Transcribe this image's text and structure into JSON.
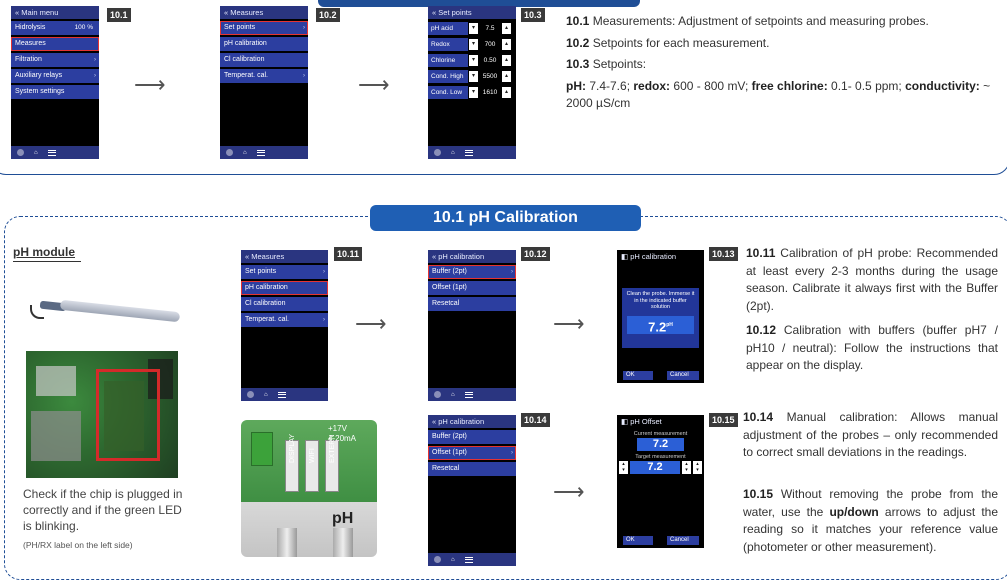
{
  "section_title": "10.1 pH Calibration",
  "labels": {
    "s101": "10.1",
    "s102": "10.2",
    "s103": "10.3",
    "s1011": "10.11",
    "s1012": "10.12",
    "s1013": "10.13",
    "s1014": "10.14",
    "s1015": "10.15"
  },
  "screen_main": {
    "header": "Main menu",
    "items": [
      "Hidrolysis",
      "Measures",
      "Filtration",
      "Auxiliary relays",
      "System settings"
    ],
    "hidrolysis_value": "100 %"
  },
  "screen_measures": {
    "header": "Measures",
    "items": [
      "Set points",
      "pH calibration",
      "Cl calibration",
      "Temperat. cal."
    ]
  },
  "screen_setpoints": {
    "header": "Set points",
    "rows": [
      {
        "label": "pH acid",
        "value": "7.5"
      },
      {
        "label": "Redox",
        "value": "700"
      },
      {
        "label": "Chlorine",
        "value": "0.50"
      },
      {
        "label": "Cond. High",
        "value": "5500"
      },
      {
        "label": "Cond. Low",
        "value": "1610"
      }
    ]
  },
  "screen_phcal": {
    "header": "pH calibration",
    "items": [
      "Buffer (2pt)",
      "Offset (1pt)",
      "Resetcal"
    ]
  },
  "screen_buffer": {
    "header": "pH calibration",
    "instruction": "Clean the probe. Immerse it in the indicated buffer solution",
    "value": "7.2",
    "ok": "OK",
    "cancel": "Cancel"
  },
  "screen_offset": {
    "header": "pH Offset",
    "current_label": "Current measurement",
    "current_value": "7.2",
    "target_label": "Target measurement",
    "target_value": "7.2",
    "ok": "OK",
    "cancel": "Cancel"
  },
  "text_top": {
    "l101_num": "10.1",
    "l101": " Measurements: Adjustment of setpoints and measuring probes.",
    "l102_num": "10.2",
    "l102": " Setpoints for each measurement.",
    "l103_num": "10.3",
    "l103": " Setpoints:",
    "ph_label": "pH:",
    "ph_val": " 7.4-7.6; ",
    "redox_label": "redox:",
    "redox_val": " 600 - 800 mV; ",
    "cl_label": "free chlorine:",
    "cl_val": " 0.1- 0.5 ppm; ",
    "cond_label": "conductivity:",
    "cond_val": " ~ 2000 µS/cm"
  },
  "text_1011": {
    "num": "10.11",
    "body": " Calibration of pH probe: Recommended at least every 2-3 months during the usage season. Calibrate it always first with the Buffer (2pt)."
  },
  "text_1012": {
    "num": "10.12",
    "body": " Calibration with buffers (buffer pH7 / pH10 / neutral): Follow the instructions that appear on the display."
  },
  "text_1014": {
    "num": "10.14",
    "body": " Manual calibration: Allows manual adjustment of the probes – only recommended to correct small deviations in the readings."
  },
  "text_1015": {
    "num": "10.15",
    "pre": " Without removing the probe from the water, use the ",
    "bold": "up/down",
    "post": " arrows to adjust the reading so it matches your reference value (photometer or other measurement)."
  },
  "ph_module": {
    "title": "pH module",
    "caption": "Check if the chip is plugged in correctly and if the green LED is blinking.",
    "note": "(PH/RX label on the left side)"
  },
  "device_labels": {
    "v17": "+17V",
    "ma": "4-20mA",
    "ph": "pH",
    "display": "DISPLAY",
    "wifi": "WIFI",
    "extern": "EXTERN"
  },
  "colors": {
    "accent": "#1f5fb4",
    "screen_item": "#2c3ea0",
    "highlight": "#e43333"
  }
}
